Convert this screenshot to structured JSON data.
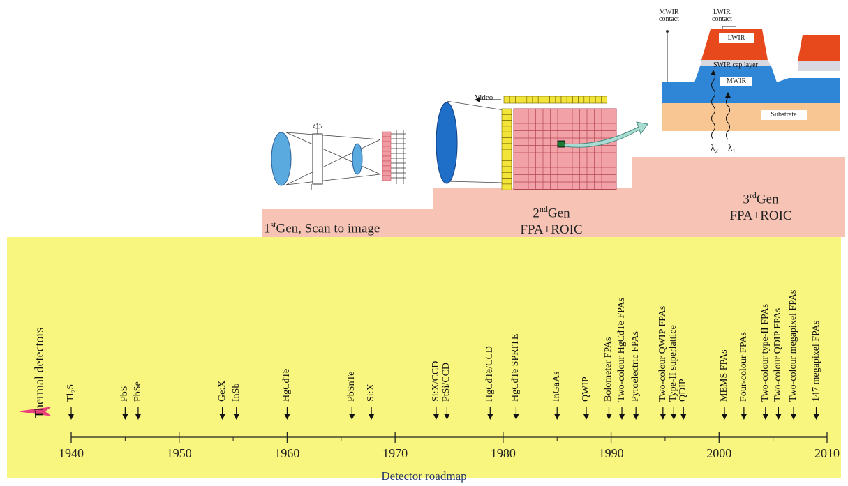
{
  "generations": {
    "gen1": {
      "sup": "st",
      "text": "Gen, Scan to image",
      "num": "1"
    },
    "gen2": {
      "num": "2",
      "sup": "nd",
      "text": "Gen",
      "line2": "FPA+ROIC"
    },
    "gen3": {
      "num": "3",
      "sup": "rd",
      "text": "Gen",
      "line2": "FPA+ROIC"
    }
  },
  "diagram_labels": {
    "video": "Video",
    "mwir_contact": "MWIR\ncontact",
    "lwir_contact": "LWIR\ncontact",
    "lwir": "LWIR",
    "swir_cap": "SWIR cap layer",
    "mwir": "MWIR",
    "substrate": "Substrate",
    "lambda2": "λ",
    "lambda2_sub": "2",
    "lambda1": "λ",
    "lambda1_sub": "1"
  },
  "thermal_detectors": "Thermal detectors",
  "milestones": [
    {
      "label": "Tl₂S",
      "year": 1940
    },
    {
      "label": "PbS",
      "year": 1945
    },
    {
      "label": "PbSe",
      "year": 1946.2
    },
    {
      "label": "Ge:X",
      "year": 1954
    },
    {
      "label": "InSb",
      "year": 1955.3
    },
    {
      "label": "HgCdTe",
      "year": 1960
    },
    {
      "label": "PbSnTe",
      "year": 1966
    },
    {
      "label": "Si:X",
      "year": 1967.8
    },
    {
      "label": "Si:X/CCD",
      "year": 1973.8
    },
    {
      "label": "PtSi/CCD",
      "year": 1974.8
    },
    {
      "label": "HgCdTe/CCD",
      "year": 1978.8
    },
    {
      "label": "HgCdTe SPRITE",
      "year": 1981.2
    },
    {
      "label": "InGaAs",
      "year": 1985
    },
    {
      "label": "QWIP",
      "year": 1987.7
    },
    {
      "label": "Bolometer FPAs",
      "year": 1989.8
    },
    {
      "label": "Two-colour HgCdTe FPAs",
      "year": 1991
    },
    {
      "label": "Pyroelectric FPAs",
      "year": 1992.3
    },
    {
      "label": "Two-colour QWIP FPAs",
      "year": 1994.8
    },
    {
      "label": "Type-II superlattice",
      "year": 1995.8
    },
    {
      "label": "QDIP",
      "year": 1996.7
    },
    {
      "label": "MEMS FPAs",
      "year": 2000.5
    },
    {
      "label": "Four-colour FPAs",
      "year": 2002.3
    },
    {
      "label": "Two-colour type-II FPAs",
      "year": 2004.3
    },
    {
      "label": "Two-colour QDIP FPAs",
      "year": 2005.5
    },
    {
      "label": "Two-colour megapixel FPAs",
      "year": 2006.9
    },
    {
      "label": "147 megapixel FPAs",
      "year": 2009
    }
  ],
  "axis": {
    "years": [
      1940,
      1950,
      1960,
      1970,
      1980,
      1990,
      2000,
      2010
    ],
    "min": 1940,
    "max": 2010
  },
  "footer": "Detector roadmap",
  "colors": {
    "yellow": "#f8f67f",
    "pink": "#f6c3b4",
    "blue": "#3f8fd4",
    "lwir": "#e8491c",
    "sub": "#f8c693",
    "grid": "#e39aa2"
  }
}
